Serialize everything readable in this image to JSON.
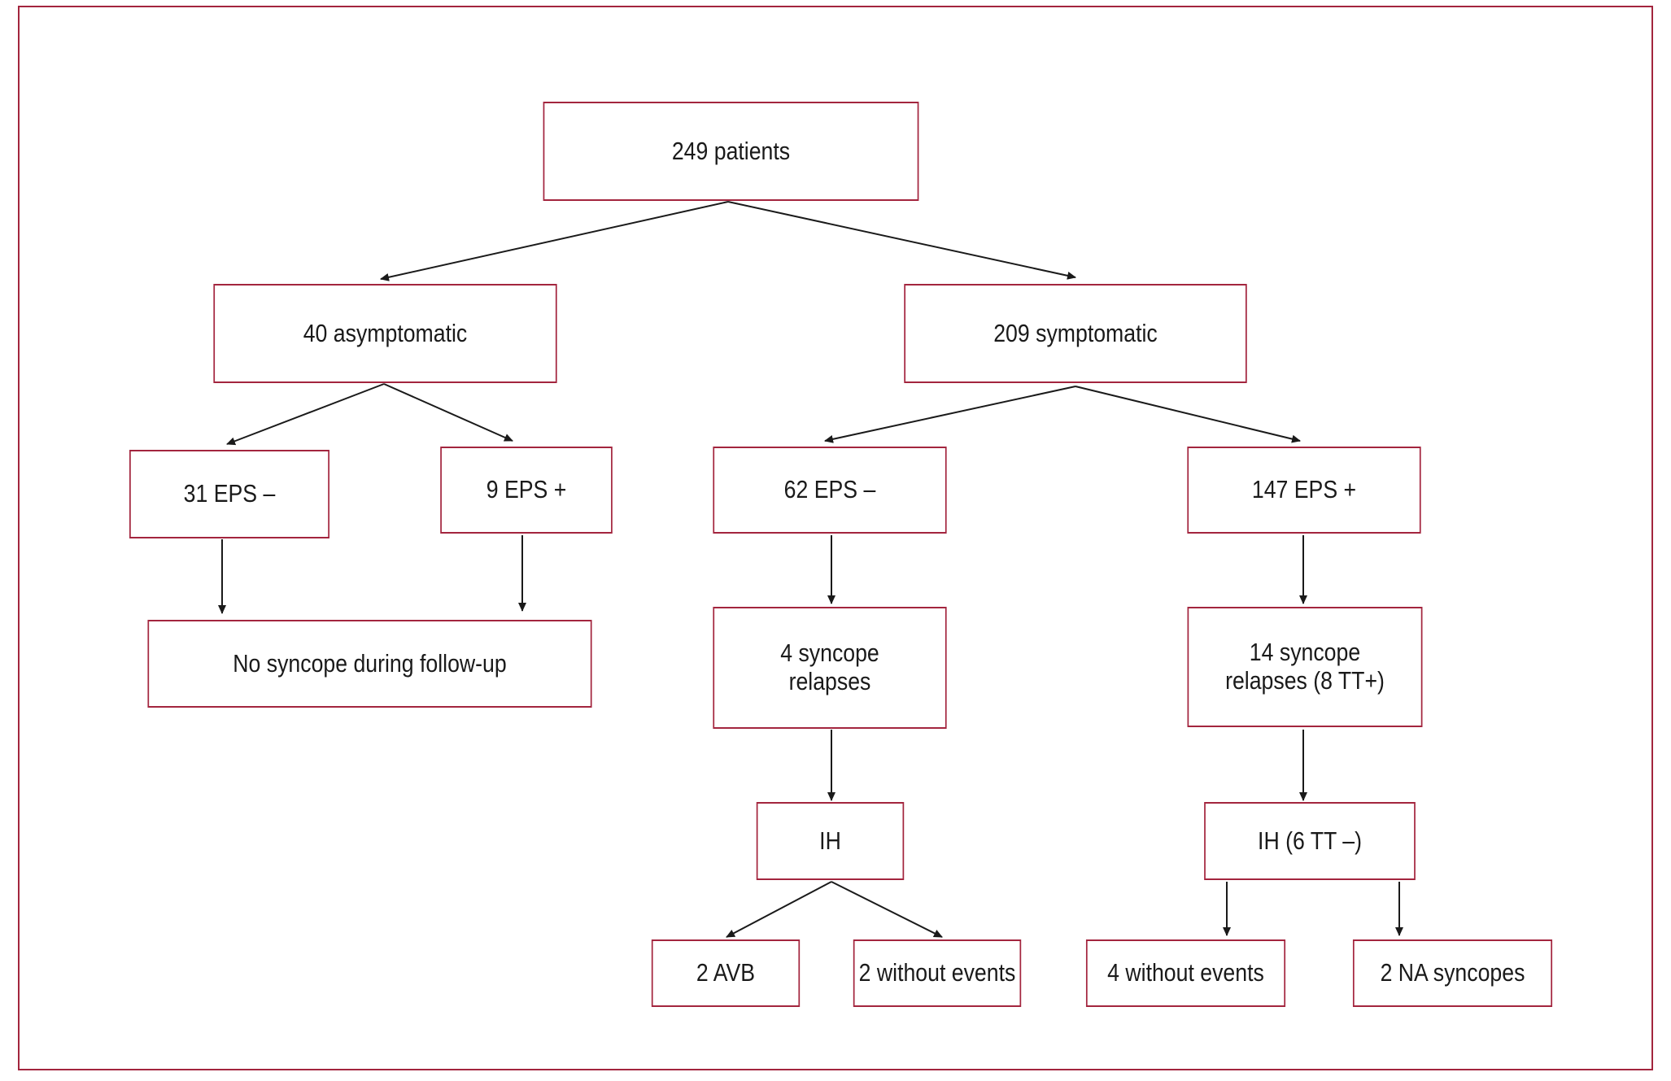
{
  "diagram": {
    "border_color": "#a3253e",
    "line_color": "#1a1a1a",
    "nodes": {
      "root": "249 patients",
      "asym": "40 asymptomatic",
      "sym": "209 symptomatic",
      "asym_neg": "31 EPS –",
      "asym_pos": "9 EPS +",
      "sym_neg": "62 EPS –",
      "sym_pos": "147 EPS +",
      "no_syncope": "No syncope during follow-up",
      "neg_relapses": "4 syncope\nrelapses",
      "pos_relapses": "14 syncope\nrelapses (8 TT+)",
      "neg_ih": "IH",
      "pos_ih": "IH (6 TT –)",
      "avb": "2 AVB",
      "neg_without": "2 without events",
      "pos_without": "4 without events",
      "na_syncopes": "2 NA syncopes"
    }
  }
}
